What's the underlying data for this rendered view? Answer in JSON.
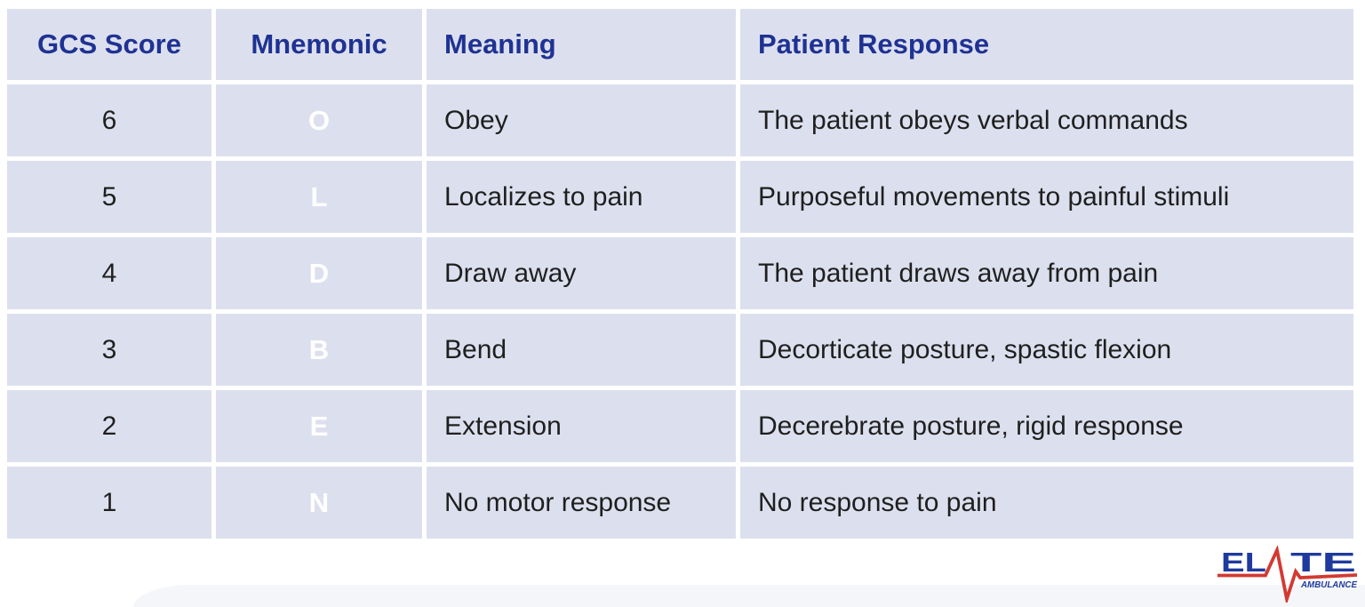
{
  "colors": {
    "header_text": "#1f3293",
    "cell_background": "#dce0ee",
    "mnemonic_background": "#1b3191",
    "mnemonic_text": "#ffffff",
    "body_text": "#1f1f1f",
    "logo_blue": "#1e3a9e",
    "logo_red": "#d23a31"
  },
  "table": {
    "headers": [
      "GCS Score",
      "Mnemonic",
      "Meaning",
      "Patient Response"
    ],
    "rows": [
      {
        "score": "6",
        "mnemonic": "O",
        "meaning": "Obey",
        "response": "The patient obeys verbal commands"
      },
      {
        "score": "5",
        "mnemonic": "L",
        "meaning": "Localizes to pain",
        "response": "Purposeful movements to painful stimuli"
      },
      {
        "score": "4",
        "mnemonic": "D",
        "meaning": "Draw away",
        "response": "The patient draws away from pain"
      },
      {
        "score": "3",
        "mnemonic": "B",
        "meaning": "Bend",
        "response": "Decorticate posture, spastic flexion"
      },
      {
        "score": "2",
        "mnemonic": "E",
        "meaning": "Extension",
        "response": "Decerebrate posture, rigid response"
      },
      {
        "score": "1",
        "mnemonic": "N",
        "meaning": "No motor response",
        "response": "No response to pain"
      }
    ]
  },
  "logo": {
    "word_part1": "EL",
    "word_part2": "TE",
    "subtext": "AMBULANCE"
  }
}
